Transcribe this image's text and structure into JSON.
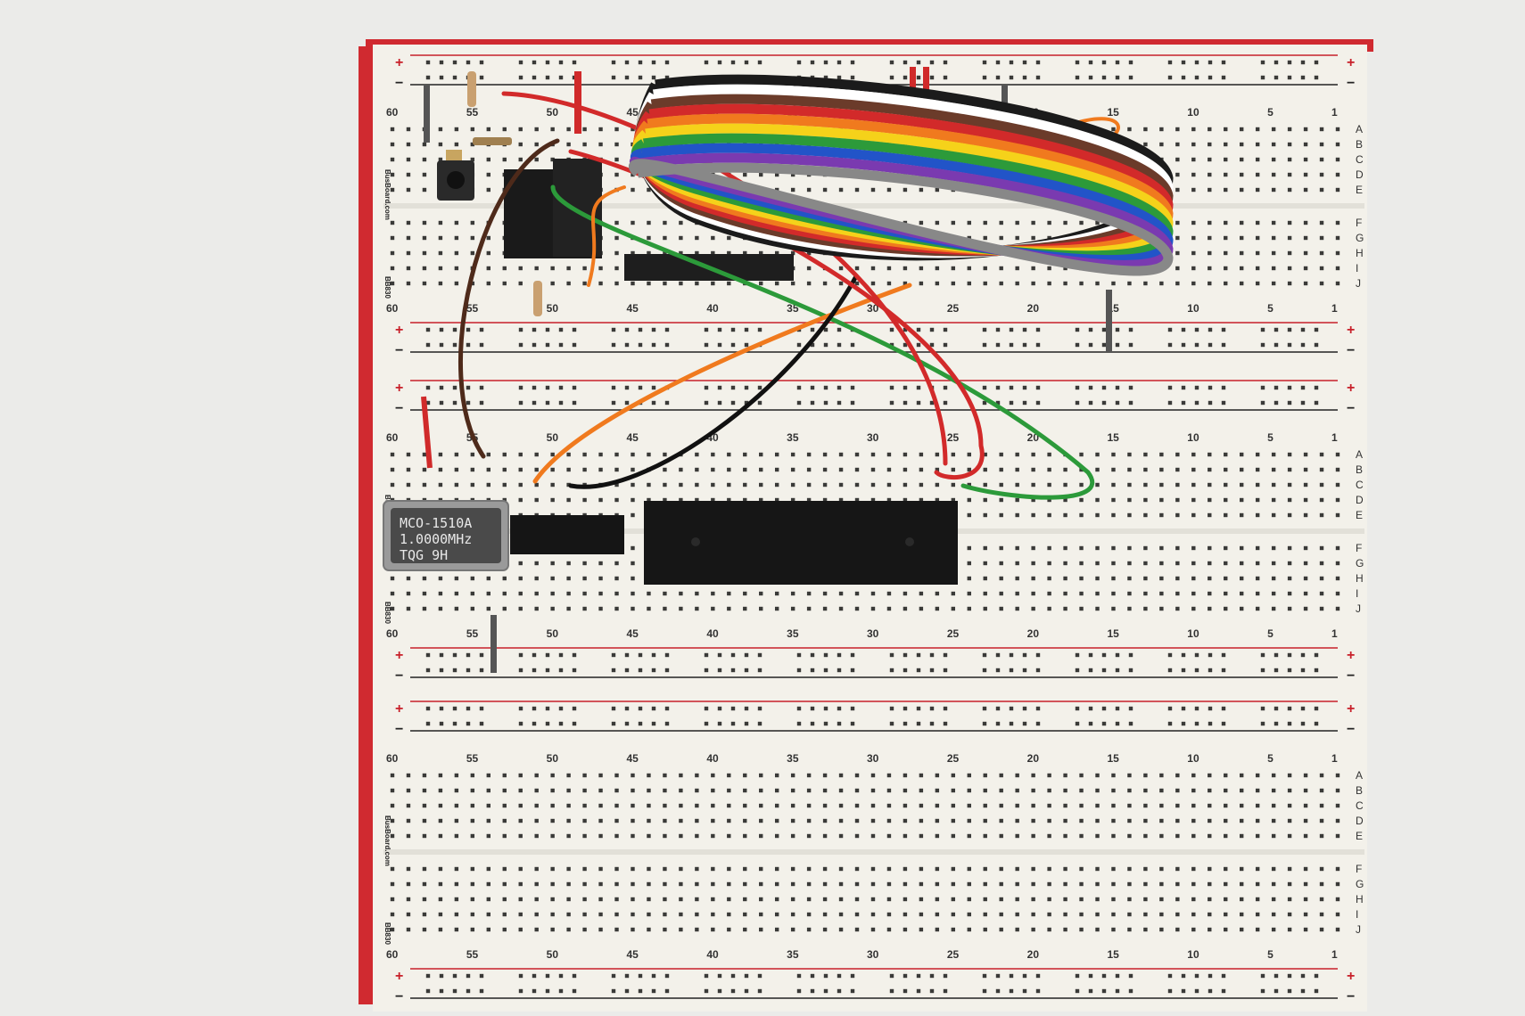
{
  "boards": [
    {
      "col_numbers": [
        "60",
        "55",
        "50",
        "45",
        "40",
        "35",
        "30",
        "25",
        "20",
        "15",
        "10",
        "5",
        "1"
      ],
      "rows_top": [
        "A",
        "B",
        "C",
        "D",
        "E"
      ],
      "rows_bottom": [
        "F",
        "G",
        "H",
        "I",
        "J"
      ],
      "brand": "BusBoard.com",
      "model": "BB830"
    },
    {
      "col_numbers": [
        "60",
        "55",
        "50",
        "45",
        "40",
        "35",
        "30",
        "25",
        "20",
        "15",
        "10",
        "5",
        "1"
      ],
      "rows_top": [
        "A",
        "B",
        "C",
        "D",
        "E"
      ],
      "rows_bottom": [
        "F",
        "G",
        "H",
        "I",
        "J"
      ],
      "brand": "BusBoard.com",
      "model": "BB830"
    },
    {
      "col_numbers": [
        "60",
        "55",
        "50",
        "45",
        "40",
        "35",
        "30",
        "25",
        "20",
        "15",
        "10",
        "5",
        "1"
      ],
      "rows_top": [
        "A",
        "B",
        "C",
        "D",
        "E"
      ],
      "rows_bottom": [
        "F",
        "G",
        "H",
        "I",
        "J"
      ],
      "brand": "BusBoard.com",
      "model": "BB830"
    }
  ],
  "rail_symbols": {
    "plus": "+",
    "minus": "−"
  },
  "oscillator": {
    "line1": "MCO-1510A",
    "line2": "1.0000MHz",
    "line3": "TQG  9H"
  },
  "colors": {
    "board": "#f3f1ea",
    "hole": "#3a3a38",
    "red_rail": "#c8202a",
    "blue_rail": "#222222",
    "chip": "#1a1a1a"
  },
  "ribbon_colors": [
    "#1b1b1b",
    "#ffffff",
    "#6b3b2a",
    "#d22a2a",
    "#f07a1e",
    "#f5d21a",
    "#2c9a3a",
    "#2254c8",
    "#7a3ab0",
    "#888888"
  ]
}
